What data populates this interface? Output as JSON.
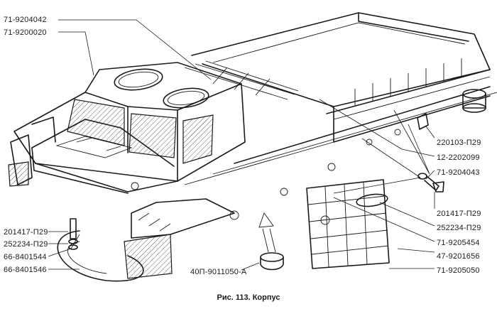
{
  "caption": "Рис. 113. Корпус",
  "labels": {
    "l1": "71-9204042",
    "l2": "71-9200020",
    "l3": "220103-П29",
    "l4": "12-2202099",
    "l5": "71-9204043",
    "l6": "201417-П29",
    "l7": "252234-П29",
    "l8": "71-9205454",
    "l9": "47-9201656",
    "l10": "71-9205050",
    "l11": "201417-П29",
    "l12": "252234-П29",
    "l13": "66-8401544",
    "l14": "66-8401546",
    "l15": "40П-9011050-А"
  }
}
